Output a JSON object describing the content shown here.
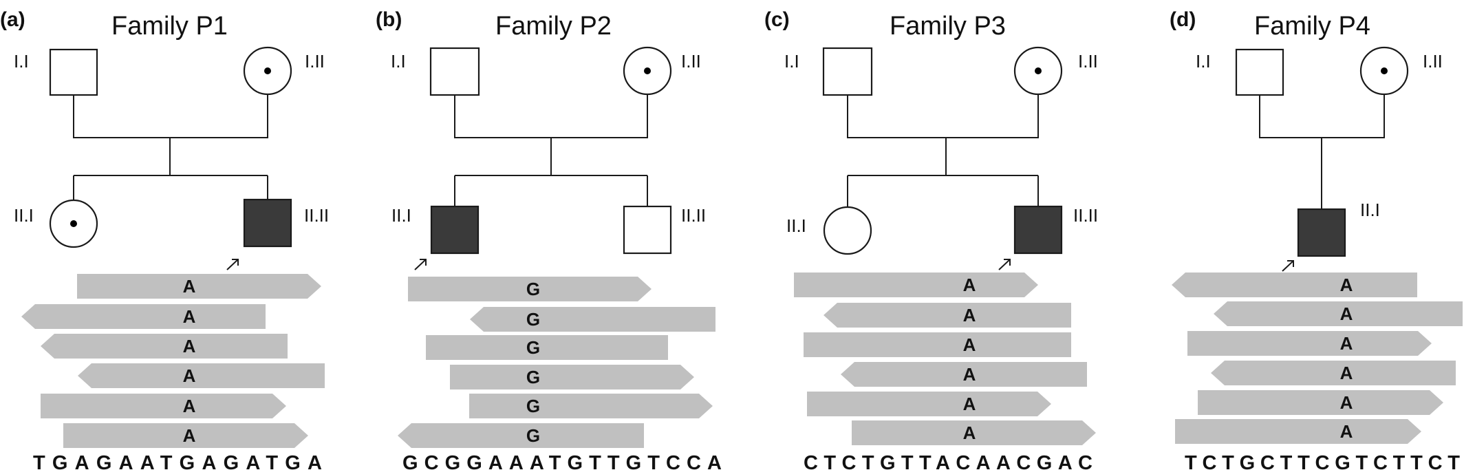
{
  "panels": [
    {
      "letter": "(a)",
      "title": "Family P1",
      "individuals": {
        "i1": "I.I",
        "i2": "I.II",
        "ii1": "II.I",
        "ii2": "II.II"
      },
      "read_base": "A",
      "reads": 6,
      "sequence": "TGAGAATGAGATGA"
    },
    {
      "letter": "(b)",
      "title": "Family P2",
      "individuals": {
        "i1": "I.I",
        "i2": "I.II",
        "ii1": "II.I",
        "ii2": "II.II"
      },
      "read_base": "G",
      "reads": 6,
      "sequence": "GCGGAAATGTTGTCCA"
    },
    {
      "letter": "(c)",
      "title": "Family P3",
      "individuals": {
        "i1": "I.I",
        "i2": "I.II",
        "ii1": "II.I",
        "ii2": "II.II"
      },
      "read_base": "A",
      "reads": 6,
      "sequence": "CTCTGTTACAACGAC"
    },
    {
      "letter": "(d)",
      "title": "Family P4",
      "individuals": {
        "i1": "I.I",
        "i2": "I.II",
        "ii1": "II.I"
      },
      "read_base": "A",
      "reads": 6,
      "sequence": "TCTGCTTCGTCTTCT"
    }
  ],
  "colors": {
    "affected_fill": "#3a3a3a",
    "read_fill": "#c0c0c0",
    "stroke": "#1a1a1a"
  }
}
